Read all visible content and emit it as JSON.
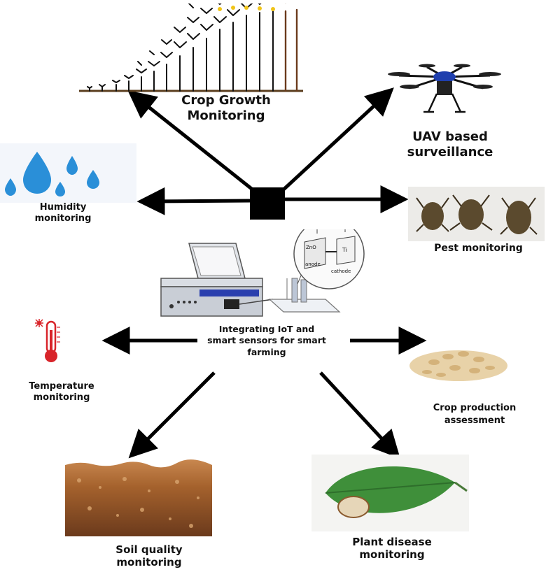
{
  "center": {
    "label_line1": "Integrating IoT and",
    "label_line2": "smart sensors for smart",
    "label_line3": "farming",
    "inset_labels": {
      "anode": "anode",
      "cathode": "cathode",
      "zno": "ZnO",
      "ti": "Ti"
    }
  },
  "nodes": {
    "crop_growth": {
      "line1": "Crop Growth",
      "line2": "Monitoring"
    },
    "uav": {
      "line1": "UAV based",
      "line2": "surveillance"
    },
    "humidity": {
      "line1": "Humidity",
      "line2": "monitoring"
    },
    "pest": {
      "line1": "Pest monitoring"
    },
    "temperature": {
      "line1": "Temperature",
      "line2": "monitoring"
    },
    "crop_production": {
      "line1": "Crop production",
      "line2": "assessment"
    },
    "soil": {
      "line1": "Soil quality",
      "line2": "monitoring"
    },
    "plant_disease": {
      "line1": "Plant disease",
      "line2": "monitoring"
    }
  },
  "colors": {
    "arrow": "#000000",
    "water_drop": "#2a8fd8",
    "soil_dark": "#6b3a1c",
    "soil_light": "#c8874f",
    "leaf": "#3f8f3a",
    "thermometer": "#d8242a",
    "drone_body": "#1f3fae",
    "grain": "#e8d2a8"
  }
}
